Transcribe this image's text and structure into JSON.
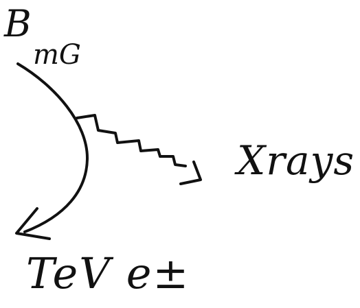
{
  "labels": {
    "field_symbol": "B",
    "field_subscript": "mG",
    "photon_label": "Xrays",
    "particle_label": "TeV e±"
  },
  "colors": {
    "ink": "#111111",
    "background": "#ffffff"
  },
  "elements": {
    "electron_path": "curved-arrow",
    "photon_emission": "zigzag-arrow"
  }
}
